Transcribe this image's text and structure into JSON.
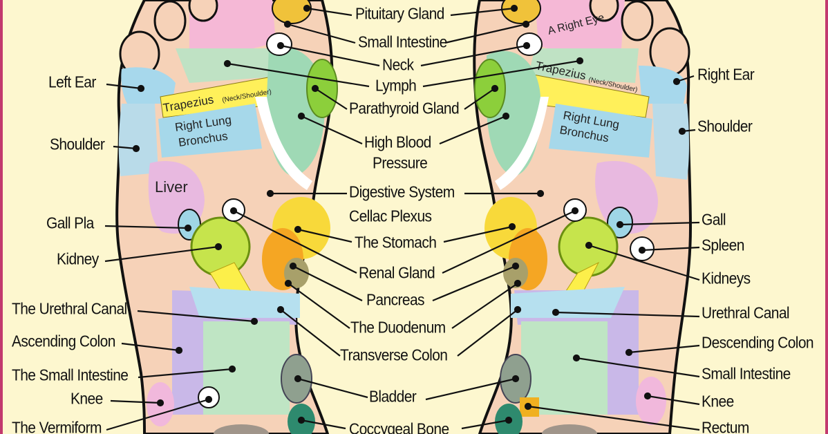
{
  "center_labels": [
    "Pituitary Gland",
    "Small Intestine",
    "Neck",
    "Lymph",
    "Parathyroid Gland",
    "High Blood",
    "Pressure",
    "Digestive System",
    "Cellac Plexus",
    "The Stomach",
    "Renal Gland",
    "Pancreas",
    "The Duodenum",
    "Transverse Colon",
    "Bladder",
    "Coccygeal Bone"
  ],
  "left_labels": [
    "Left Ear",
    "Shoulder",
    "Gall Pla",
    "Kidney",
    "The Urethral Canal",
    "Ascending Colon",
    "The Small Intestine",
    "Knee",
    "The Vermiform"
  ],
  "right_labels": [
    "Right Ear",
    "Shoulder",
    "Gall",
    "Spleen",
    "Kidneys",
    "Urethral Canal",
    "Descending Colon",
    "Small Intestine",
    "Knee",
    "Rectum"
  ],
  "zone_labels": {
    "liver": "Liver",
    "trapezius": "Trapezius",
    "trapezius_sub": "(Neck/Shoulder)",
    "right_lung_l1": "Right Lung",
    "right_lung_l2": "Bronchus",
    "right_eye": "A Right Eye"
  },
  "colors": {
    "background": "#fdf7cf",
    "frame": "#c23a6e",
    "foot_outline": "#111111"
  }
}
